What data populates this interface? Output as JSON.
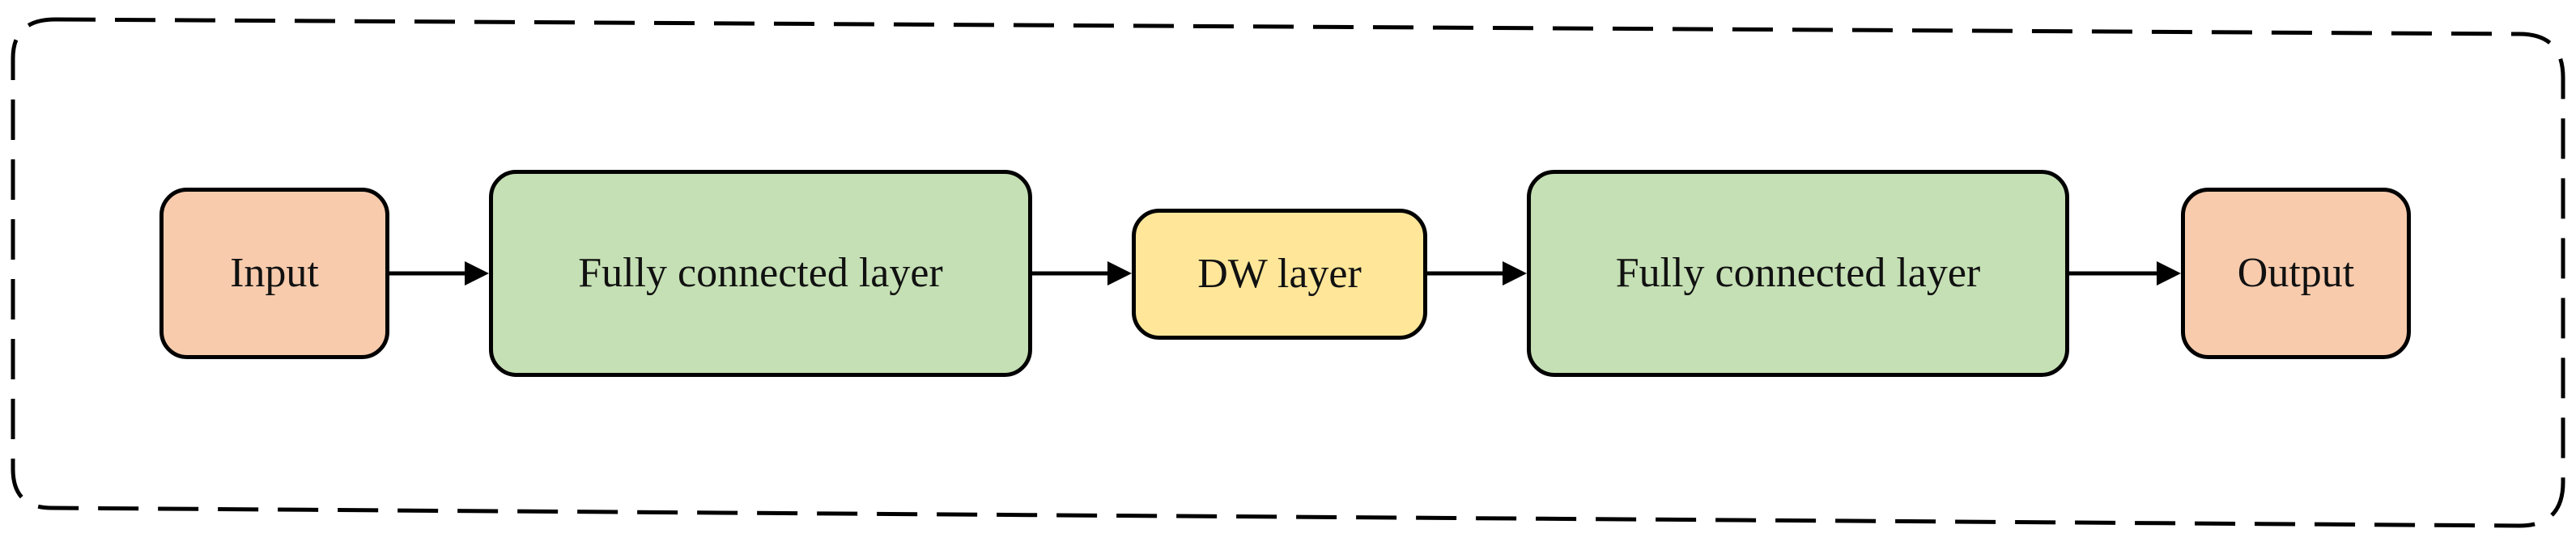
{
  "diagram": {
    "nodes": [
      {
        "id": "input",
        "label": "Input",
        "color": "#f8cbad"
      },
      {
        "id": "fc1",
        "label": "Fully connected layer",
        "color": "#c5e0b4"
      },
      {
        "id": "dw",
        "label": "DW layer",
        "color": "#ffe699"
      },
      {
        "id": "fc2",
        "label": "Fully connected layer",
        "color": "#c5e0b4"
      },
      {
        "id": "output",
        "label": "Output",
        "color": "#f8cbad"
      }
    ],
    "edges": [
      {
        "from": "input",
        "to": "fc1"
      },
      {
        "from": "fc1",
        "to": "dw"
      },
      {
        "from": "dw",
        "to": "fc2"
      },
      {
        "from": "fc2",
        "to": "output"
      }
    ],
    "container": {
      "border_style": "dashed",
      "border_color": "#000000"
    }
  }
}
